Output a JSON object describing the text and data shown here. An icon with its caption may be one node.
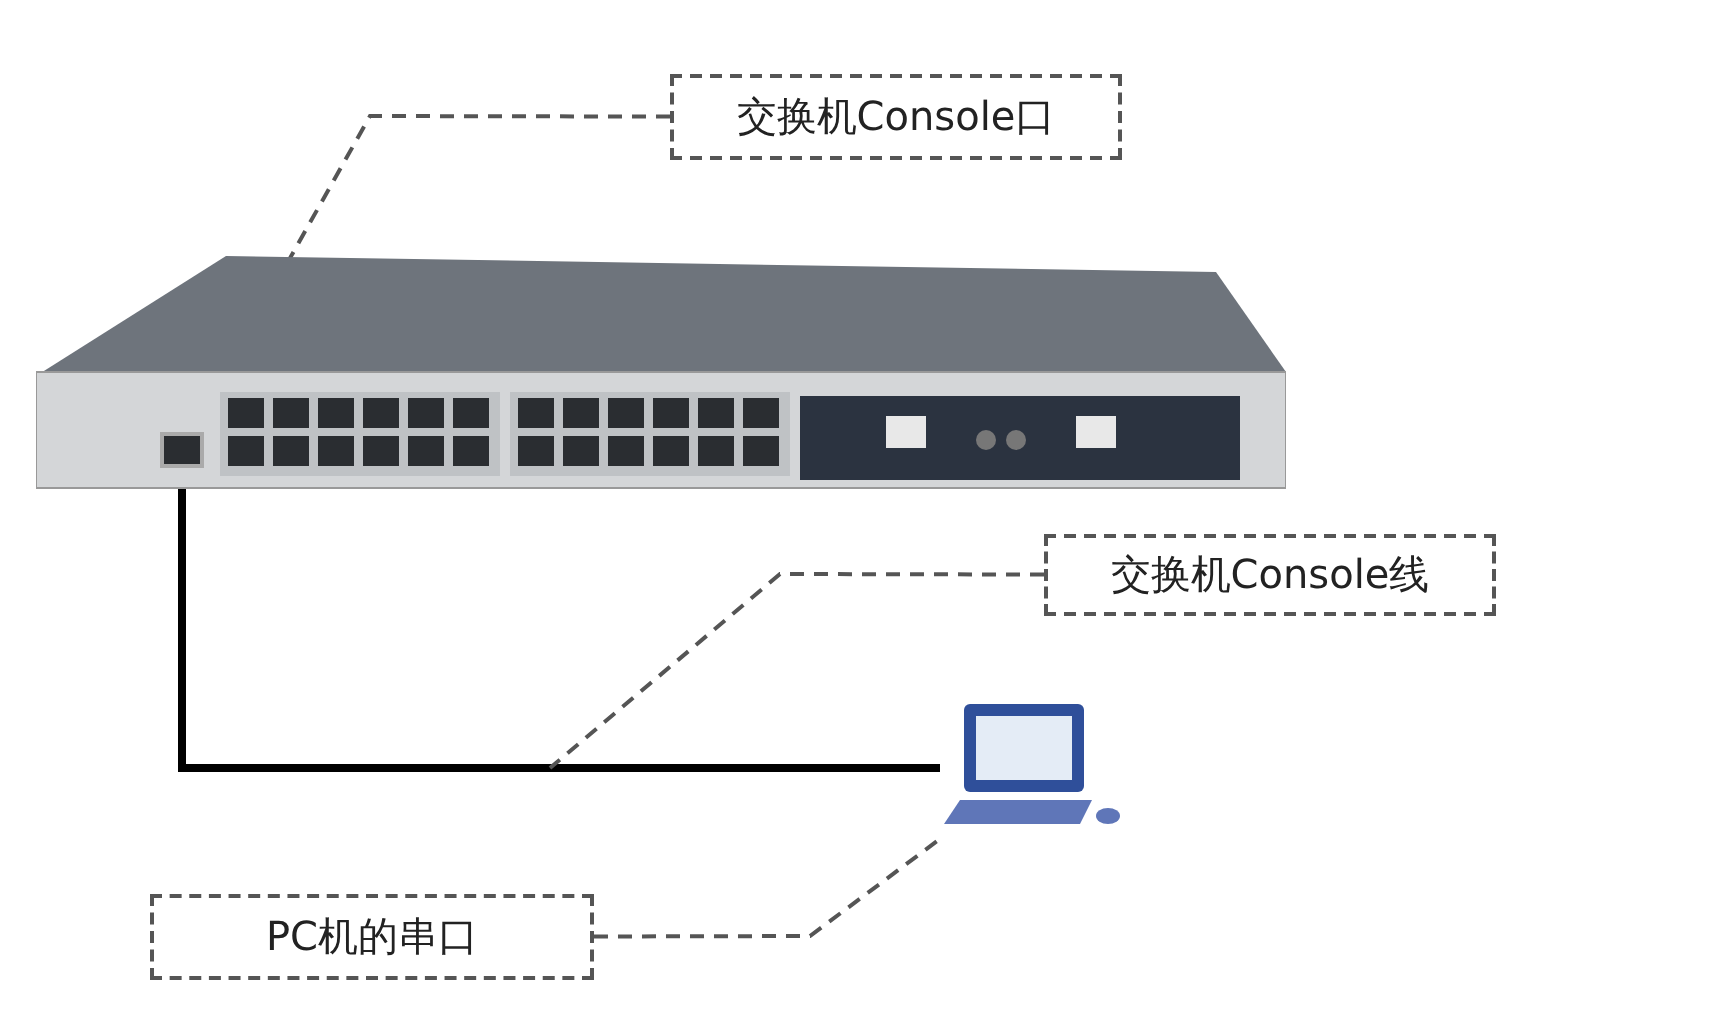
{
  "diagram": {
    "nodes": [
      {
        "text": [
          "交换机Console口"
        ]
      },
      {
        "text": [],
        "shape": "picture"
      },
      {
        "text": [],
        "shape": "box"
      },
      {
        "text": [
          "交换机Console线"
        ]
      },
      {
        "text": [],
        "shape": "picture"
      },
      {
        "text": [
          "PC机的串口"
        ]
      }
    ],
    "edges": [
      {
        "from": 0,
        "to": 2,
        "arrow": "none",
        "style": "dashed"
      },
      {
        "from": 2,
        "to": 4,
        "arrow": "none",
        "style": "thick"
      },
      {
        "from": 3,
        "to": null,
        "arrow": "none",
        "style": "dashed"
      },
      {
        "from": 5,
        "to": 4,
        "arrow": "none",
        "style": "dashed"
      }
    ]
  }
}
